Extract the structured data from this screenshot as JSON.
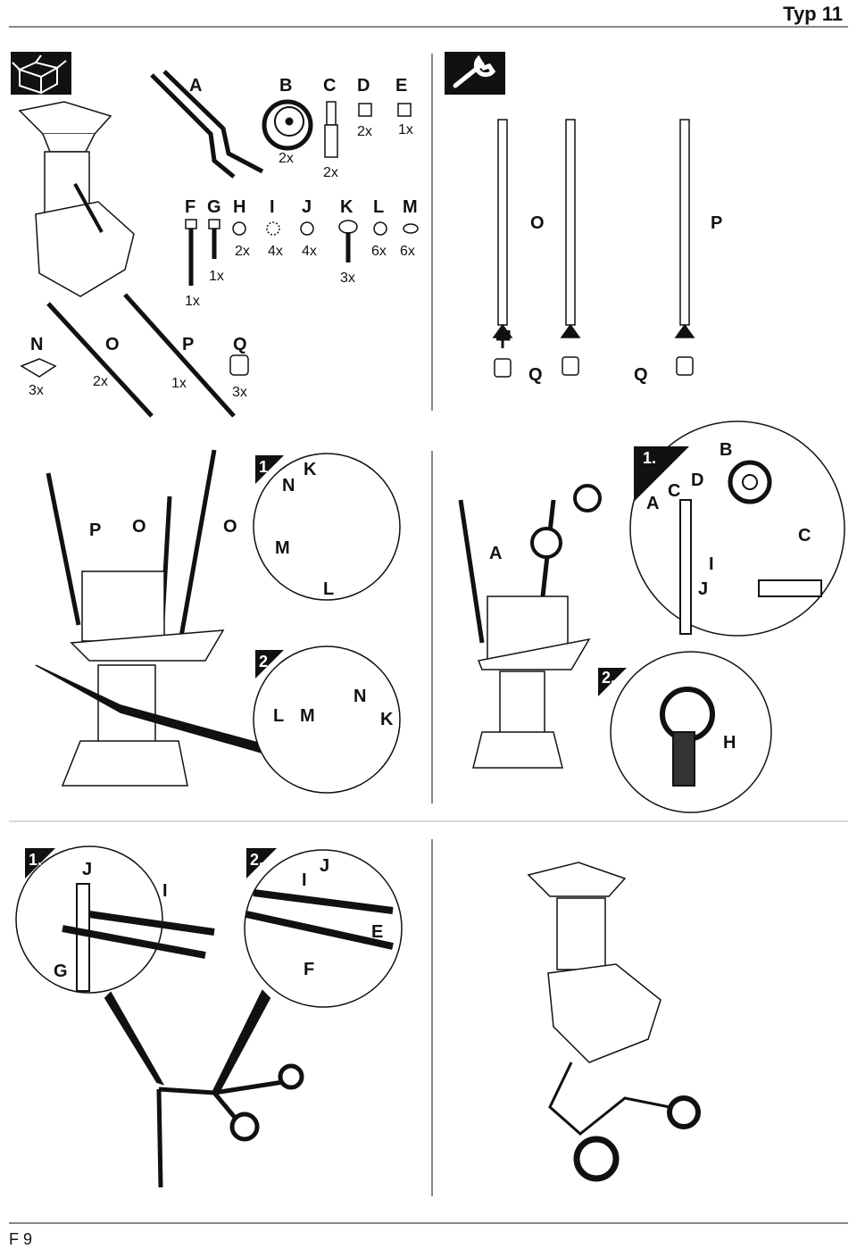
{
  "header": {
    "title": "Typ 11"
  },
  "footer": {
    "page_label": "F 9"
  },
  "parts": {
    "labels": [
      "A",
      "B",
      "C",
      "D",
      "E",
      "F",
      "G",
      "H",
      "I",
      "J",
      "K",
      "L",
      "M",
      "N",
      "O",
      "P",
      "Q"
    ],
    "counts": {
      "B": "2x",
      "C": "2x",
      "D": "2x",
      "E": "1x",
      "F": "1x",
      "G": "1x",
      "H": "2x",
      "I": "4x",
      "J": "4x",
      "K": "3x",
      "L": "6x",
      "M": "6x",
      "N": "3x",
      "O": "2x",
      "P": "1x",
      "Q": "3x"
    }
  },
  "steps": {
    "one": "1.",
    "two": "2."
  },
  "icons": [
    "box-icon",
    "wrench-icon"
  ]
}
